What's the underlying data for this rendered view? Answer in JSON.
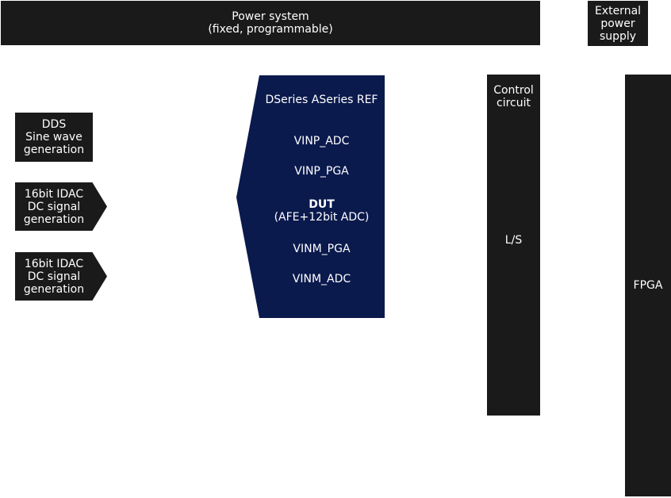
{
  "power_system": {
    "line1": "Power system",
    "line2": "(fixed, programmable)"
  },
  "external_power": {
    "line1": "External",
    "line2": "power",
    "line3": "supply"
  },
  "dds": {
    "line1": "DDS",
    "line2": "Sine wave",
    "line3": "generation"
  },
  "idac_1": {
    "line1": "16bit IDAC",
    "line2": "DC signal",
    "line3": "generation"
  },
  "idac_2": {
    "line1": "16bit IDAC",
    "line2": "DC signal",
    "line3": "generation"
  },
  "dut": {
    "refs": "DSeries ASeries REF",
    "vinp_adc": "VINP_ADC",
    "vinp_pga": "VINP_PGA",
    "title": "DUT",
    "subtitle": "(AFE+12bit ADC)",
    "vinm_pga": "VINM_PGA",
    "vinm_adc": "VINM_ADC"
  },
  "control_circuit": {
    "line1": "Control",
    "line2": "circuit",
    "ls": "L/S"
  },
  "fpga": {
    "label": "FPGA"
  },
  "colors": {
    "block_dark": "#1a1a1a",
    "dut_navy": "#0b1a4d",
    "text": "#ffffff"
  }
}
